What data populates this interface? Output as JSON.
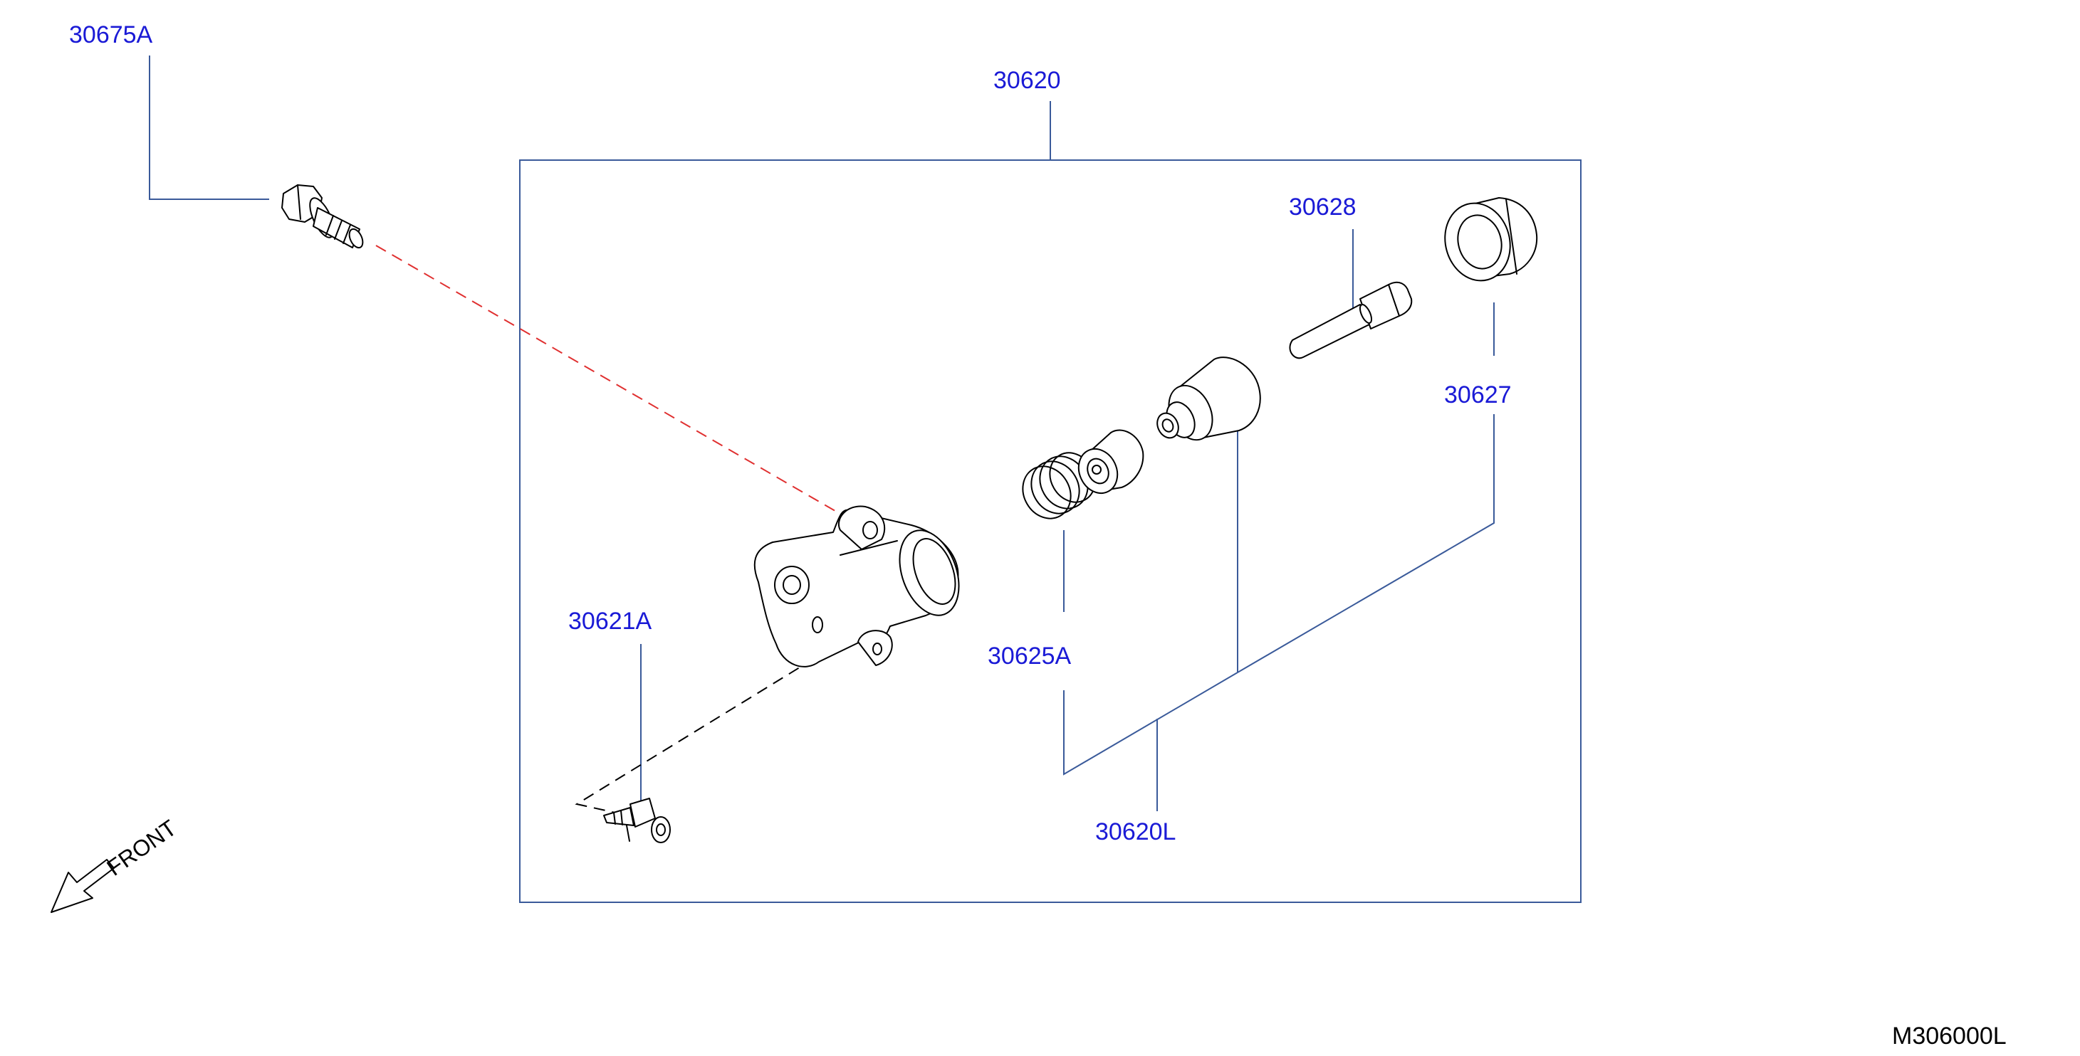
{
  "callouts": {
    "bolt": "30675A",
    "cylinder_assembly": "30620",
    "push_rod": "30628",
    "boot": "30627",
    "bleeder_screw": "30621A",
    "spring": "30625A",
    "repair_kit": "30620L"
  },
  "front_indicator": "FRONT",
  "diagram_ref": "M306000L",
  "colors": {
    "callout_text": "#1a1ad6",
    "leader_line": "#3a5a9a",
    "assembly_dash": "#e03030"
  }
}
